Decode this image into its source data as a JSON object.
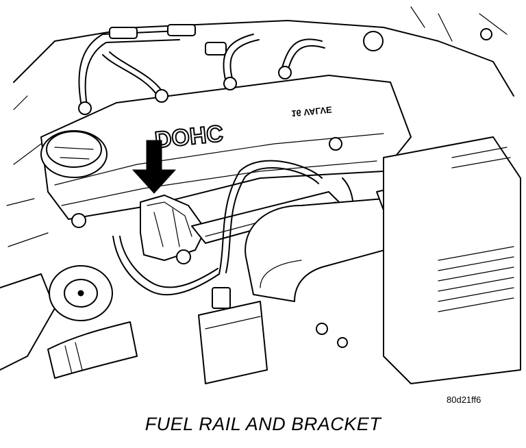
{
  "figure": {
    "valve_cover_marking": "DOHC",
    "valve_cover_sub_marking": "16 VALVE",
    "reference_code": "80d21ff6",
    "caption": "FUEL RAIL AND BRACKET"
  },
  "callouts": [
    {
      "name": "arrow",
      "points_to": "fuel-rail-bracket",
      "icon": "arrow-down-icon"
    }
  ]
}
